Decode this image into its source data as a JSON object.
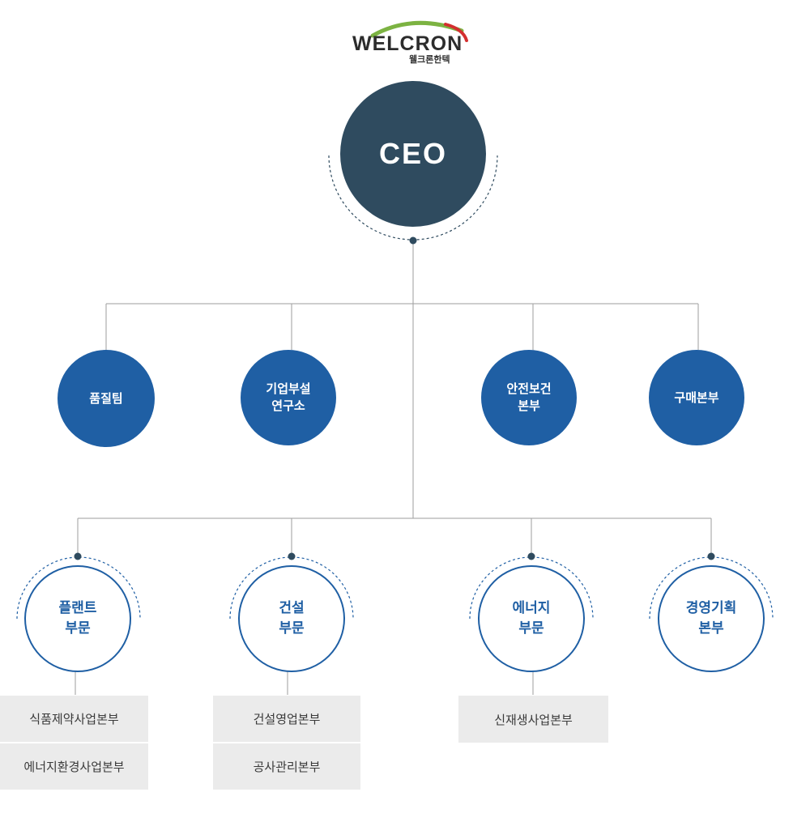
{
  "logo": {
    "wordmark": "WELCRON",
    "subtitle": "웰크론한텍"
  },
  "ceo": {
    "label": "CEO"
  },
  "teams": [
    {
      "label": "품질팀"
    },
    {
      "label": "기업부설\n연구소"
    },
    {
      "label": "안전보건\n본부"
    },
    {
      "label": "구매본부"
    }
  ],
  "divisions": [
    {
      "label": "플랜트\n부문",
      "units": [
        "식품제약사업본부",
        "에너지환경사업본부"
      ]
    },
    {
      "label": "건설\n부문",
      "units": [
        "건설영업본부",
        "공사관리본부"
      ]
    },
    {
      "label": "에너지\n부문",
      "units": [
        "신재생사업본부"
      ]
    },
    {
      "label": "경영기획\n본부",
      "units": []
    }
  ],
  "colors": {
    "ceo": "#2f4b5f",
    "team": "#1f5fa4",
    "division_border": "#1f5fa4",
    "unit_bg": "#ebebeb",
    "logo_arc_green": "#7cb342",
    "logo_arc_red": "#d32f2f"
  }
}
